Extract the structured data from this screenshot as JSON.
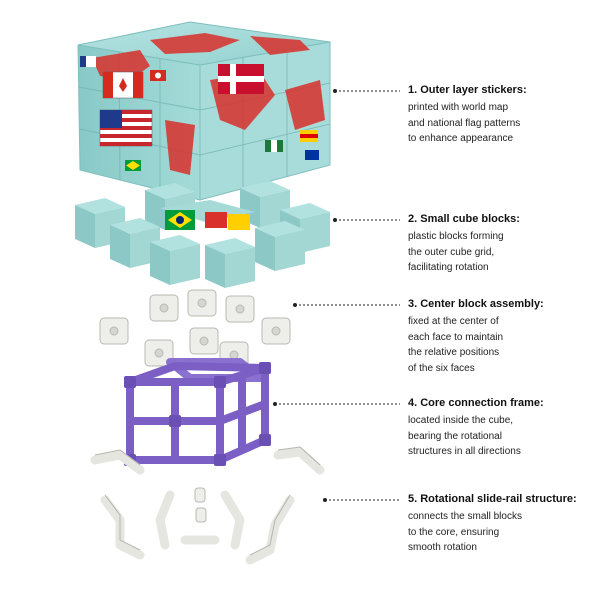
{
  "callouts": [
    {
      "title": "1. Outer layer stickers:",
      "lines": [
        "printed with world map",
        "and national flag patterns",
        "to enhance appearance"
      ]
    },
    {
      "title": "2. Small cube blocks:",
      "lines": [
        "plastic blocks forming",
        "the outer cube grid,",
        "facilitating rotation"
      ]
    },
    {
      "title": "3. Center block assembly:",
      "lines": [
        "fixed at the center of",
        "each face to maintain",
        "the relative positions",
        "of the six faces"
      ]
    },
    {
      "title": "4. Core connection frame:",
      "lines": [
        "located inside the cube,",
        "bearing the rotational",
        "structures in all directions"
      ]
    },
    {
      "title": "5. Rotational slide-rail structure:",
      "lines": [
        "connects the small blocks",
        "to the core, ensuring",
        "smooth rotation"
      ]
    }
  ],
  "colors": {
    "cube_face": "#9ed8d6",
    "frame": "#7b5fc4",
    "white_parts": "#eeeeea",
    "map_red": "#d9302c",
    "leader": "#222222"
  }
}
